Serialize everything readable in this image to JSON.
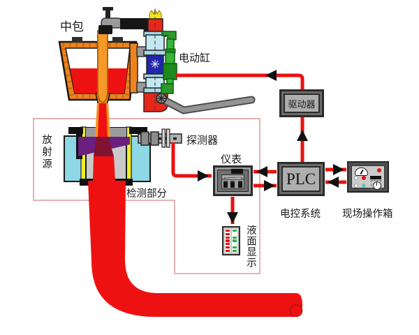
{
  "diagram": {
    "type": "industrial-process-control-diagram",
    "labels": {
      "tundish": "中包",
      "electric_cylinder": "电动缸",
      "driver": "驱动器",
      "detector": "探测器",
      "instrument": "仪表",
      "radiation_source": "放射源",
      "detection_section": "检测部分",
      "level_display": "液面显示",
      "plc": "PLC",
      "control_system": "电控系统",
      "operation_box": "现场操作箱"
    },
    "icons": {
      "impeller_glyph": "✳"
    },
    "led_display": {
      "left_column": [
        "#e01212",
        "#e01212",
        "#e01212",
        "#e01212",
        "#e01212",
        "#e01212",
        "#e01212"
      ],
      "right_column": [
        "#2eb34b",
        "#ffffff",
        "#2eb34b",
        "#2eb34b",
        "#ffffff",
        "#2eb34b",
        "#2eb34b"
      ]
    },
    "colors": {
      "signal_line": "#e81111",
      "arrowhead": "#111111",
      "molten_steel": "#ee1111",
      "detection_outline": "#dc9c9c",
      "source_shield_cyan": "#8ed8e6",
      "cylinder_body_blue": "#c3e8f2",
      "valve_dark_blue": "#2026ad",
      "electric_cylinder_green": "#39b339",
      "tundish_lining_orange": "#f0821c",
      "scintillator_yellow": "#f2ee2a",
      "radiation_beam_purple": "#6b1f7e"
    }
  }
}
